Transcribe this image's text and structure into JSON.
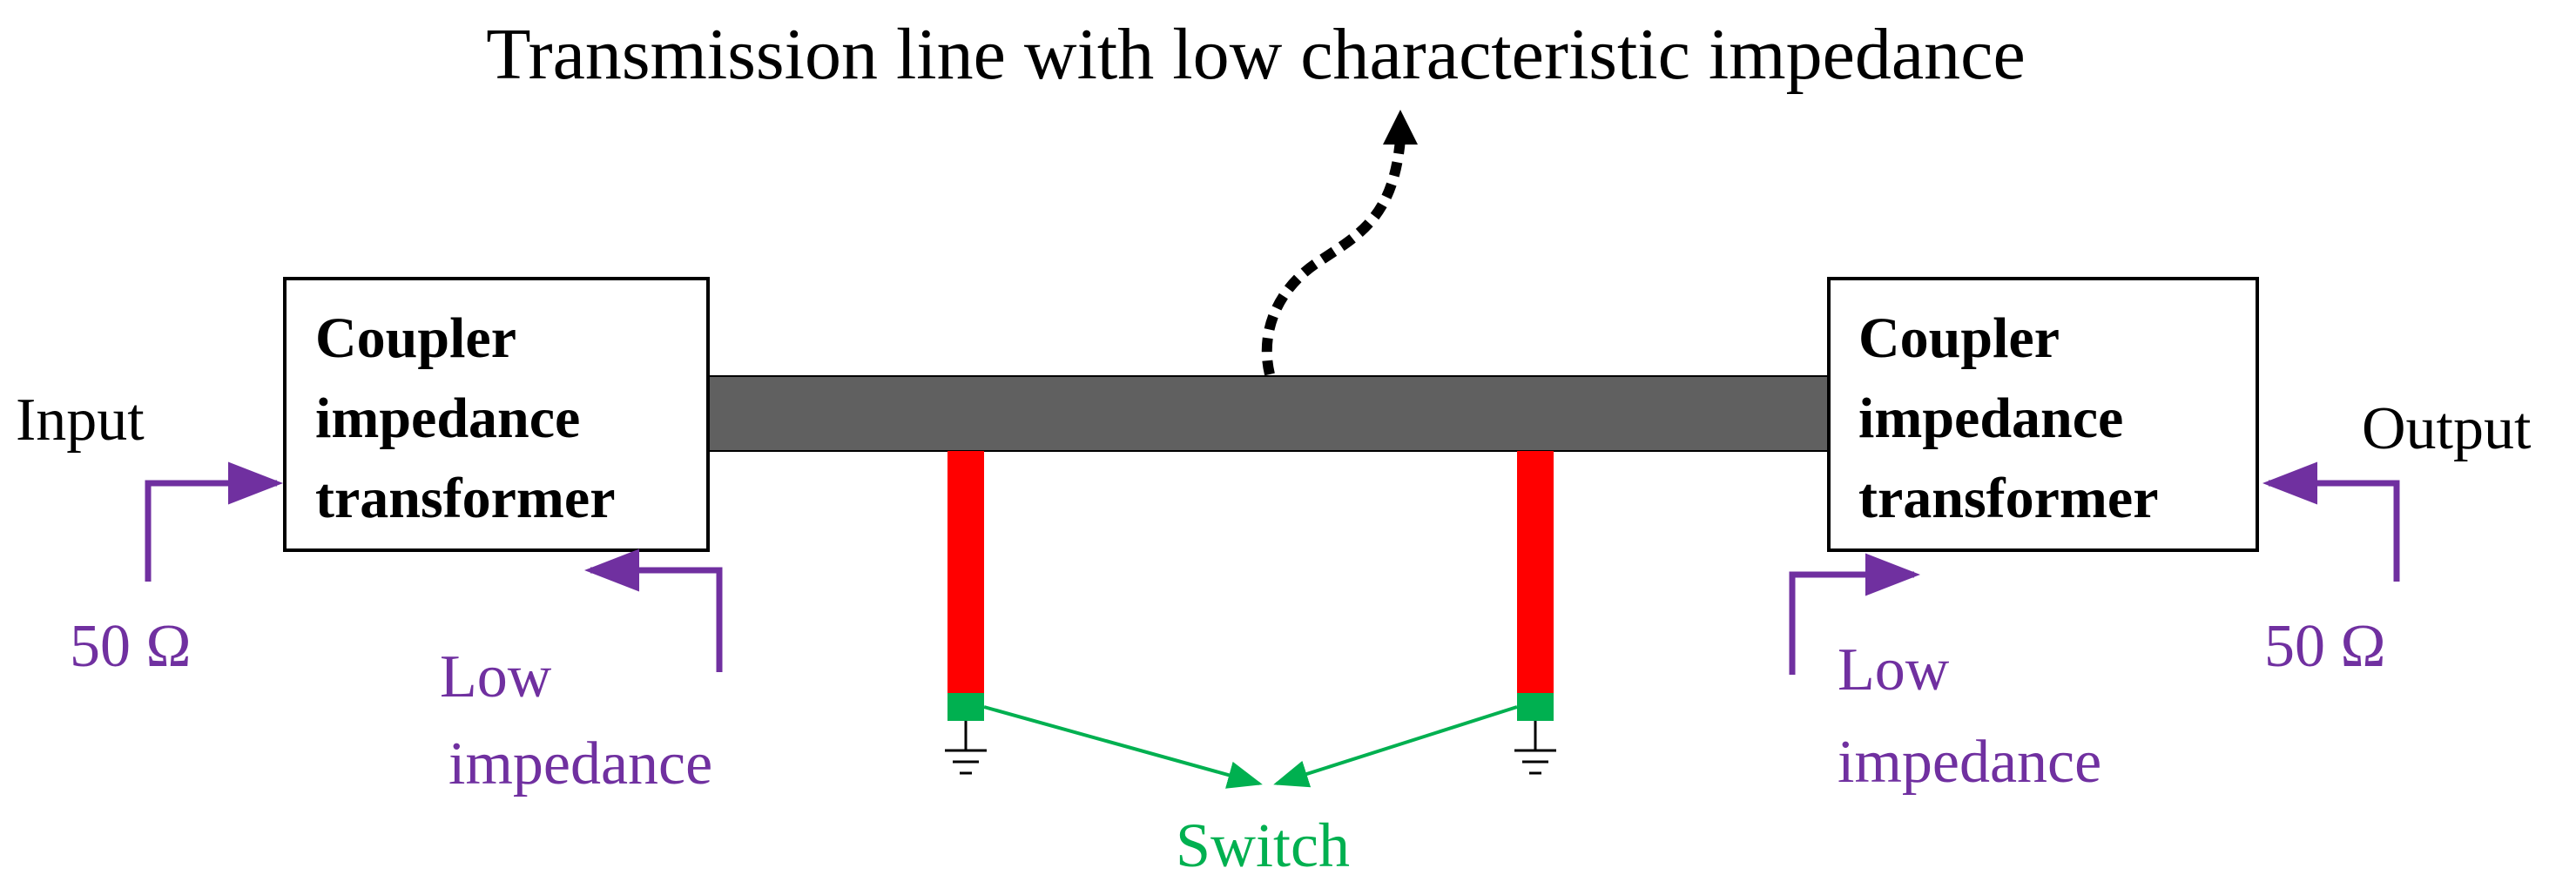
{
  "title": "Transmission line with low characteristic impedance",
  "left_port": {
    "label": "Input",
    "impedance": "50 Ω"
  },
  "right_port": {
    "label": "Output",
    "impedance": "50 Ω"
  },
  "left_box": {
    "line1": "Coupler",
    "line2": "impedance",
    "line3": "transformer"
  },
  "right_box": {
    "line1": "Coupler",
    "line2": "impedance",
    "line3": "transformer"
  },
  "left_low": {
    "line1": "Low",
    "line2": "impedance"
  },
  "right_low": {
    "line1": "Low",
    "line2": "impedance"
  },
  "switch_label": "Switch",
  "colors": {
    "transmission_line": "#606060",
    "stub": "#ff0000",
    "switch": "#00b050",
    "impedance_arrows": "#7030a0",
    "annotation_arrow": "#000000"
  }
}
